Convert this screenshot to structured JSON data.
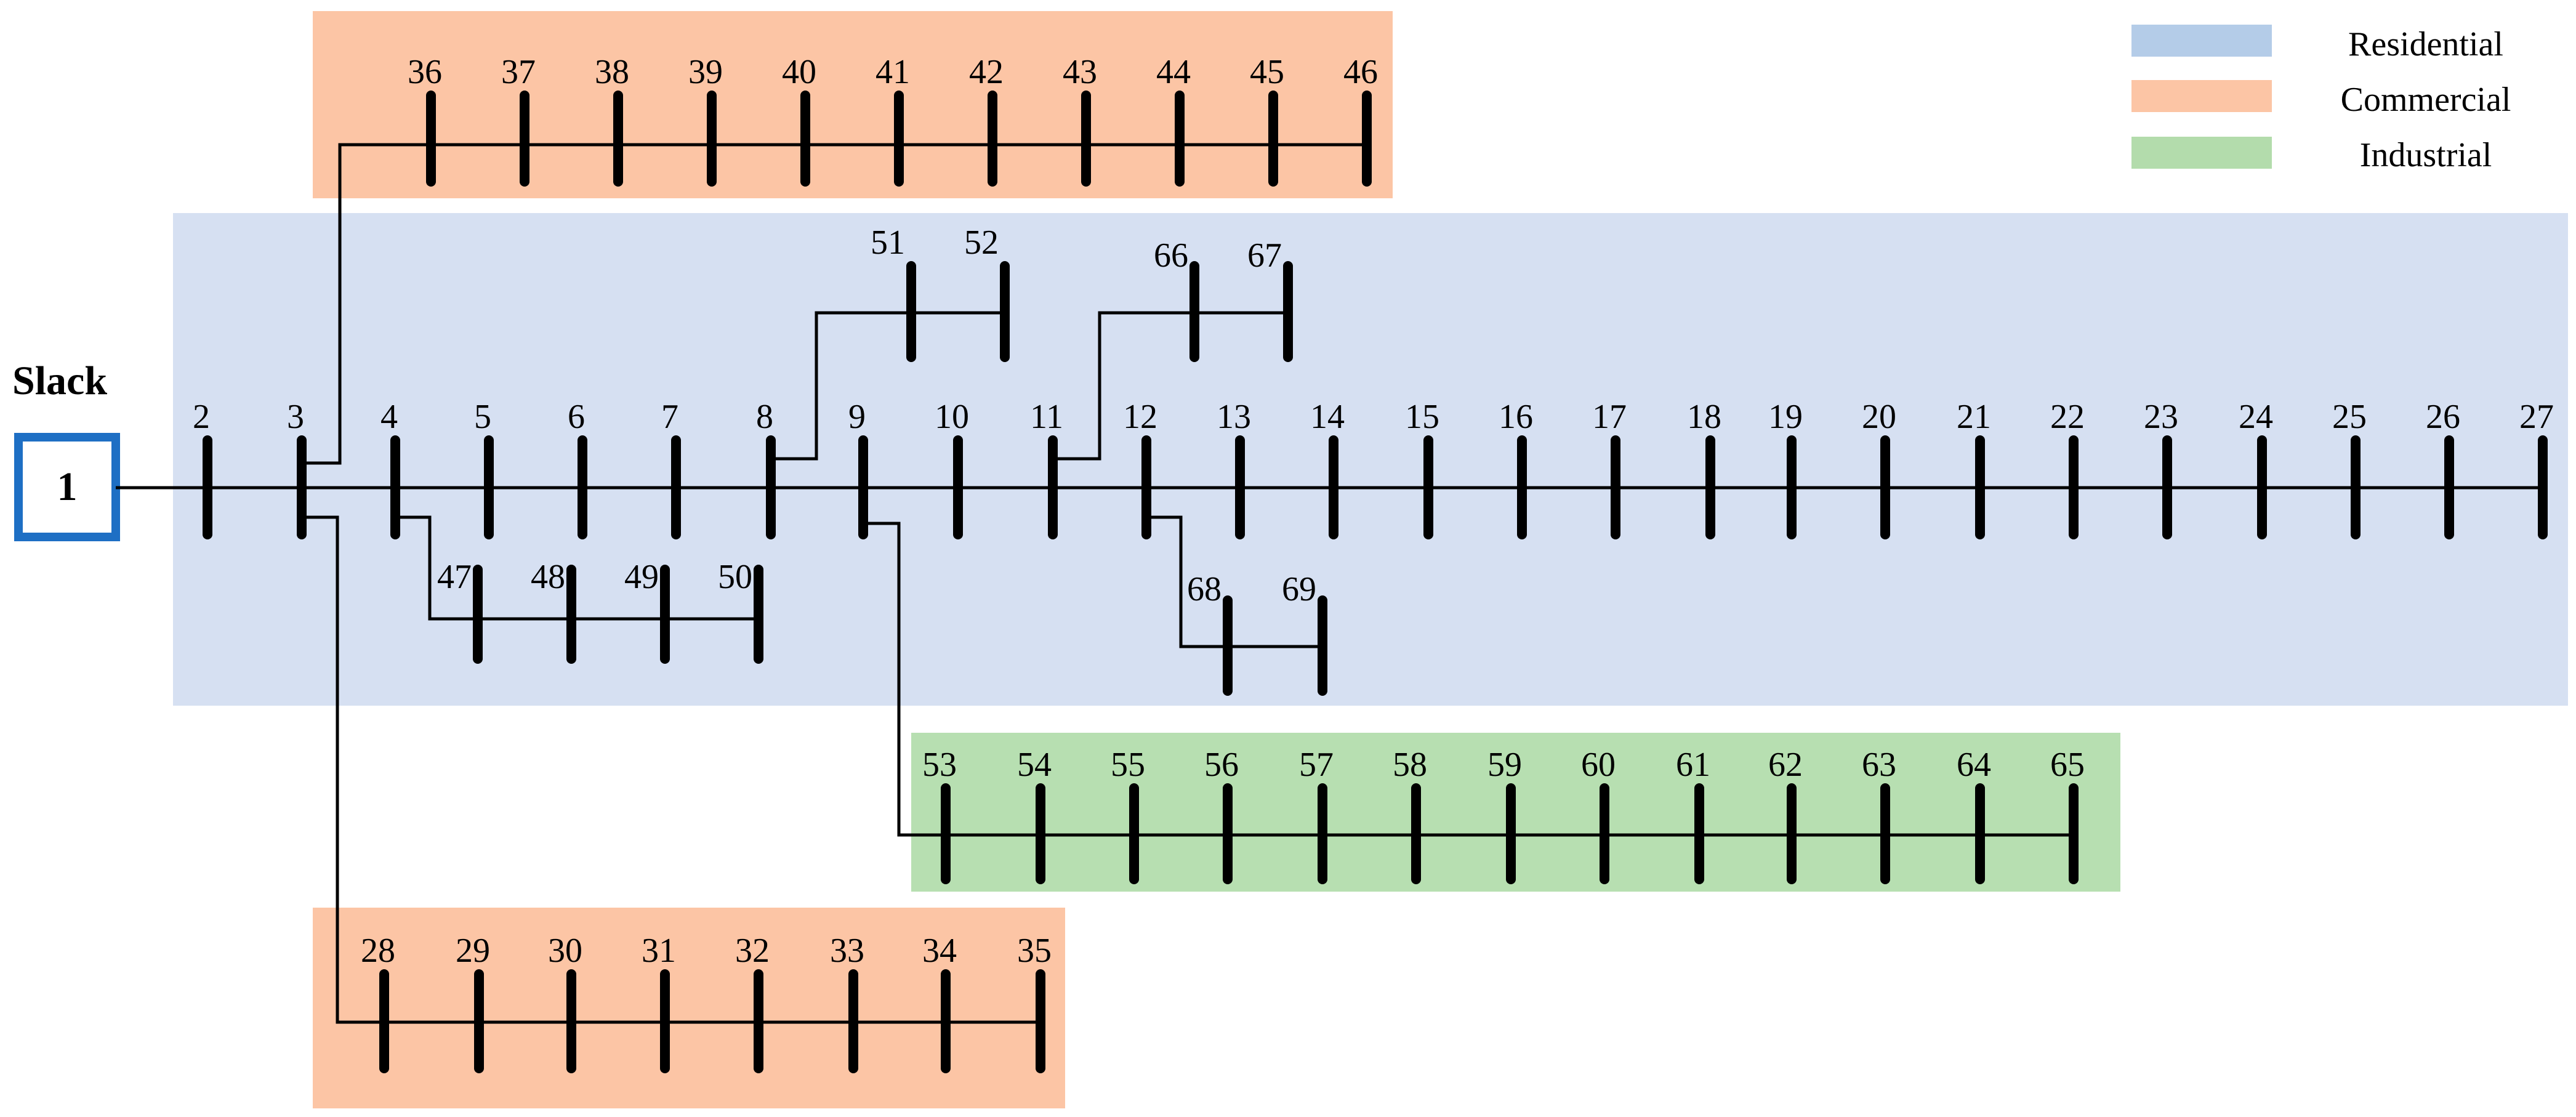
{
  "legend": {
    "items": [
      {
        "label": "Residential",
        "color": "#b4cce8"
      },
      {
        "label": "Commercial",
        "color": "#fcc5a5"
      },
      {
        "label": "Industrial",
        "color": "#b3dcac"
      }
    ]
  },
  "zones": {
    "residential": {
      "color": "#d6e0f2"
    },
    "commercial": {
      "color": "#fcc5a5"
    },
    "industrial": {
      "color": "#b7dfb1"
    }
  },
  "slack": {
    "label": "Slack",
    "bus_number": "1",
    "border_color": "#1e6fc4"
  },
  "buses": {
    "main_feeder": [
      "2",
      "3",
      "4",
      "5",
      "6",
      "7",
      "8",
      "9",
      "10",
      "11",
      "12",
      "13",
      "14",
      "15",
      "16",
      "17",
      "18",
      "19",
      "20",
      "21",
      "22",
      "23",
      "24",
      "25",
      "26",
      "27"
    ],
    "top_commercial": [
      "36",
      "37",
      "38",
      "39",
      "40",
      "41",
      "42",
      "43",
      "44",
      "45",
      "46"
    ],
    "bottom_commercial": [
      "28",
      "29",
      "30",
      "31",
      "32",
      "33",
      "34",
      "35"
    ],
    "industrial": [
      "53",
      "54",
      "55",
      "56",
      "57",
      "58",
      "59",
      "60",
      "61",
      "62",
      "63",
      "64",
      "65"
    ],
    "branch_47_50": [
      "47",
      "48",
      "49",
      "50"
    ],
    "branch_51_52": [
      "51",
      "52"
    ],
    "branch_66_67": [
      "66",
      "67"
    ],
    "branch_68_69": [
      "68",
      "69"
    ]
  }
}
